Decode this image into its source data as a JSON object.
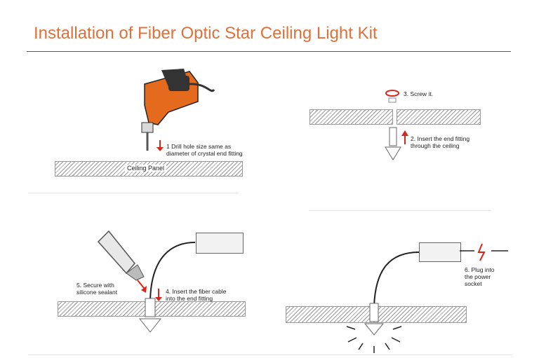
{
  "title": "Installation of Fiber Optic Star Ceiling Light Kit",
  "steps": {
    "step1": {
      "text": "1 Drill hole size same as diameter of crystal end fitting",
      "line1": "1 Drill hole size same as",
      "line2": "diameter of crystal end fitting"
    },
    "panel_label": "Ceiling Panel",
    "step2": {
      "line1": "2. Insert the end fitting",
      "line2": "through the ceiling"
    },
    "step3": {
      "text": "3. Screw it."
    },
    "step4": {
      "line1": "4. Insert the fiber cable",
      "line2": "into the end fitting"
    },
    "step5": {
      "line1": "5. Secure with",
      "line2": "silicone sealant"
    },
    "step6": {
      "line1": "6. Plug into",
      "line2": "the power",
      "line3": "socket"
    }
  },
  "colors": {
    "title": "#e0703a",
    "arrow": "#d9261c",
    "drill": "#e46a1e"
  },
  "icons": [
    "drill-icon",
    "screw-rotate-icon",
    "sealant-tube-icon",
    "light-source-box-icon",
    "lightning-icon",
    "crystal-end-fitting-icon",
    "light-rays-icon"
  ]
}
